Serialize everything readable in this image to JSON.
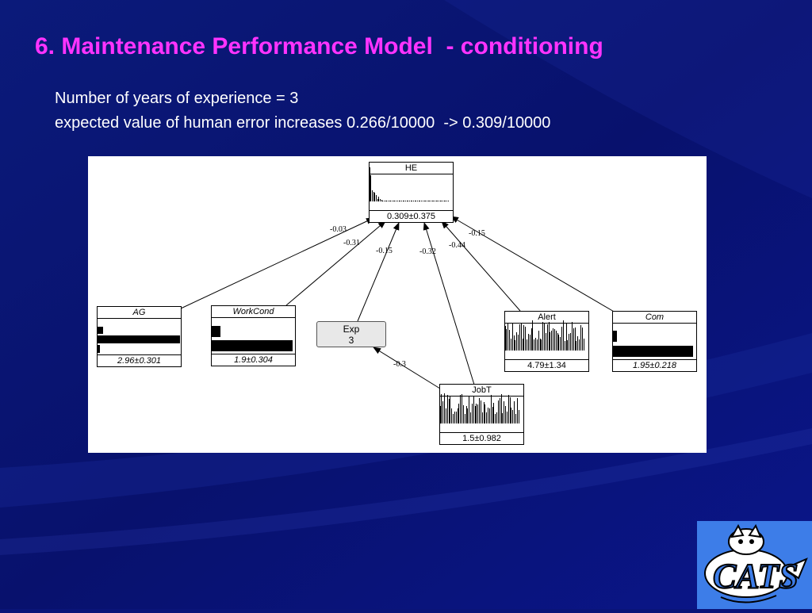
{
  "title": "6. Maintenance Performance Model  - conditioning",
  "lines": [
    "Number of years of experience = 3",
    "expected value of human error increases 0.266/10000  -> 0.309/10000"
  ],
  "nodes": {
    "he": {
      "name": "HE",
      "value": "0.309±0.375"
    },
    "ag": {
      "name": "AG",
      "value": "2.96±0.301"
    },
    "workcond": {
      "name": "WorkCond",
      "value": "1.9±0.304"
    },
    "exp": {
      "name": "Exp",
      "value": "3"
    },
    "alert": {
      "name": "Alert",
      "value": "4.79±1.34"
    },
    "com": {
      "name": "Com",
      "value": "1.95±0.218"
    },
    "jobt": {
      "name": "JobT",
      "value": "1.5±0.982"
    }
  },
  "edges": {
    "ag_he": "-0.03",
    "workcond_he": "-0.31",
    "exp_he": "-0.15",
    "jobt_he": "-0.32",
    "alert_he": "-0.44",
    "com_he": "-0.15",
    "jobt_exp": "-0.3"
  },
  "logo": {
    "text": "CATS"
  },
  "colors": {
    "title": "#ff33ff",
    "background": "#0a1478",
    "text": "#ffffff"
  }
}
